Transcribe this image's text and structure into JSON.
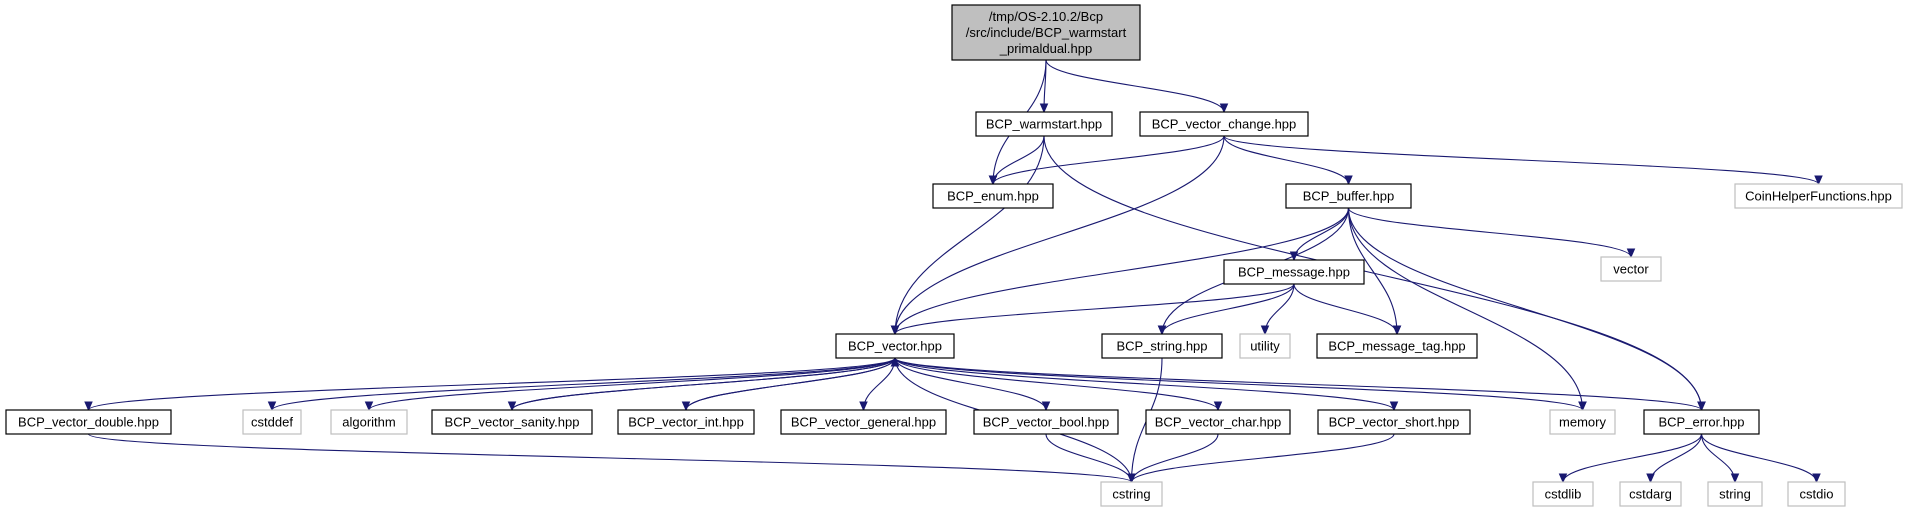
{
  "colors": {
    "edge": "#191970",
    "root_fill": "#bfbfbf",
    "root_border": "#000000",
    "documented_border": "#000000",
    "external_border": "#bfbfbf",
    "external_text": "#404040",
    "node_fill": "#ffffff"
  },
  "nodes": [
    {
      "id": "root",
      "lines": [
        "/tmp/OS-2.10.2/Bcp",
        "/src/include/BCP_warmstart",
        "_primaldual.hpp"
      ],
      "kind": "root"
    },
    {
      "id": "warmstart",
      "lines": [
        "BCP_warmstart.hpp"
      ],
      "kind": "documented"
    },
    {
      "id": "vector_change",
      "lines": [
        "BCP_vector_change.hpp"
      ],
      "kind": "documented"
    },
    {
      "id": "enum",
      "lines": [
        "BCP_enum.hpp"
      ],
      "kind": "documented"
    },
    {
      "id": "coinhelper",
      "lines": [
        "CoinHelperFunctions.hpp"
      ],
      "kind": "external"
    },
    {
      "id": "buffer",
      "lines": [
        "BCP_buffer.hpp"
      ],
      "kind": "documented"
    },
    {
      "id": "vector_std",
      "lines": [
        "vector"
      ],
      "kind": "external"
    },
    {
      "id": "message",
      "lines": [
        "BCP_message.hpp"
      ],
      "kind": "documented"
    },
    {
      "id": "vector_hpp",
      "lines": [
        "BCP_vector.hpp"
      ],
      "kind": "documented"
    },
    {
      "id": "utility",
      "lines": [
        "utility"
      ],
      "kind": "external"
    },
    {
      "id": "string_hpp",
      "lines": [
        "BCP_string.hpp"
      ],
      "kind": "documented"
    },
    {
      "id": "message_tag",
      "lines": [
        "BCP_message_tag.hpp"
      ],
      "kind": "documented"
    },
    {
      "id": "vector_double",
      "lines": [
        "BCP_vector_double.hpp"
      ],
      "kind": "documented"
    },
    {
      "id": "cstddef",
      "lines": [
        "cstddef"
      ],
      "kind": "external"
    },
    {
      "id": "algorithm",
      "lines": [
        "algorithm"
      ],
      "kind": "external"
    },
    {
      "id": "vector_sanity",
      "lines": [
        "BCP_vector_sanity.hpp"
      ],
      "kind": "documented"
    },
    {
      "id": "vector_int",
      "lines": [
        "BCP_vector_int.hpp"
      ],
      "kind": "documented"
    },
    {
      "id": "vector_general",
      "lines": [
        "BCP_vector_general.hpp"
      ],
      "kind": "documented"
    },
    {
      "id": "vector_bool",
      "lines": [
        "BCP_vector_bool.hpp"
      ],
      "kind": "documented"
    },
    {
      "id": "vector_char",
      "lines": [
        "BCP_vector_char.hpp"
      ],
      "kind": "documented"
    },
    {
      "id": "vector_short",
      "lines": [
        "BCP_vector_short.hpp"
      ],
      "kind": "documented"
    },
    {
      "id": "memory",
      "lines": [
        "memory"
      ],
      "kind": "external"
    },
    {
      "id": "error",
      "lines": [
        "BCP_error.hpp"
      ],
      "kind": "documented"
    },
    {
      "id": "cstring",
      "lines": [
        "cstring"
      ],
      "kind": "external"
    },
    {
      "id": "cstdlib",
      "lines": [
        "cstdlib"
      ],
      "kind": "external"
    },
    {
      "id": "cstdarg",
      "lines": [
        "cstdarg"
      ],
      "kind": "external"
    },
    {
      "id": "string_std",
      "lines": [
        "string"
      ],
      "kind": "external"
    },
    {
      "id": "cstdio",
      "lines": [
        "cstdio"
      ],
      "kind": "external"
    }
  ],
  "edges": [
    {
      "from": "root",
      "to": "warmstart"
    },
    {
      "from": "root",
      "to": "vector_change"
    },
    {
      "from": "root",
      "to": "enum"
    },
    {
      "from": "warmstart",
      "to": "enum"
    },
    {
      "from": "warmstart",
      "to": "vector_hpp"
    },
    {
      "from": "warmstart",
      "to": "error"
    },
    {
      "from": "vector_change",
      "to": "enum"
    },
    {
      "from": "vector_change",
      "to": "coinhelper"
    },
    {
      "from": "vector_change",
      "to": "buffer"
    },
    {
      "from": "vector_change",
      "to": "vector_hpp"
    },
    {
      "from": "buffer",
      "to": "vector_std"
    },
    {
      "from": "buffer",
      "to": "message"
    },
    {
      "from": "buffer",
      "to": "vector_hpp"
    },
    {
      "from": "buffer",
      "to": "string_hpp"
    },
    {
      "from": "buffer",
      "to": "message_tag"
    },
    {
      "from": "buffer",
      "to": "memory"
    },
    {
      "from": "buffer",
      "to": "error"
    },
    {
      "from": "message",
      "to": "vector_hpp"
    },
    {
      "from": "message",
      "to": "utility"
    },
    {
      "from": "message",
      "to": "string_hpp"
    },
    {
      "from": "message",
      "to": "message_tag"
    },
    {
      "from": "string_hpp",
      "to": "cstring"
    },
    {
      "from": "vector_hpp",
      "to": "vector_double"
    },
    {
      "from": "vector_hpp",
      "to": "cstddef"
    },
    {
      "from": "vector_hpp",
      "to": "algorithm"
    },
    {
      "from": "vector_hpp",
      "to": "vector_sanity"
    },
    {
      "from": "vector_hpp",
      "to": "vector_int"
    },
    {
      "from": "vector_hpp",
      "to": "vector_general"
    },
    {
      "from": "vector_hpp",
      "to": "vector_bool"
    },
    {
      "from": "vector_hpp",
      "to": "vector_char"
    },
    {
      "from": "vector_hpp",
      "to": "vector_short"
    },
    {
      "from": "vector_hpp",
      "to": "memory"
    },
    {
      "from": "vector_hpp",
      "to": "error"
    },
    {
      "from": "vector_hpp",
      "to": "cstring"
    },
    {
      "from": "vector_sanity",
      "to": "vector_hpp"
    },
    {
      "from": "vector_int",
      "to": "vector_hpp"
    },
    {
      "from": "vector_double",
      "to": "cstring"
    },
    {
      "from": "vector_bool",
      "to": "cstring"
    },
    {
      "from": "vector_char",
      "to": "cstring"
    },
    {
      "from": "vector_short",
      "to": "cstring"
    },
    {
      "from": "error",
      "to": "cstdlib"
    },
    {
      "from": "error",
      "to": "cstdarg"
    },
    {
      "from": "error",
      "to": "string_std"
    },
    {
      "from": "error",
      "to": "cstdio"
    }
  ]
}
